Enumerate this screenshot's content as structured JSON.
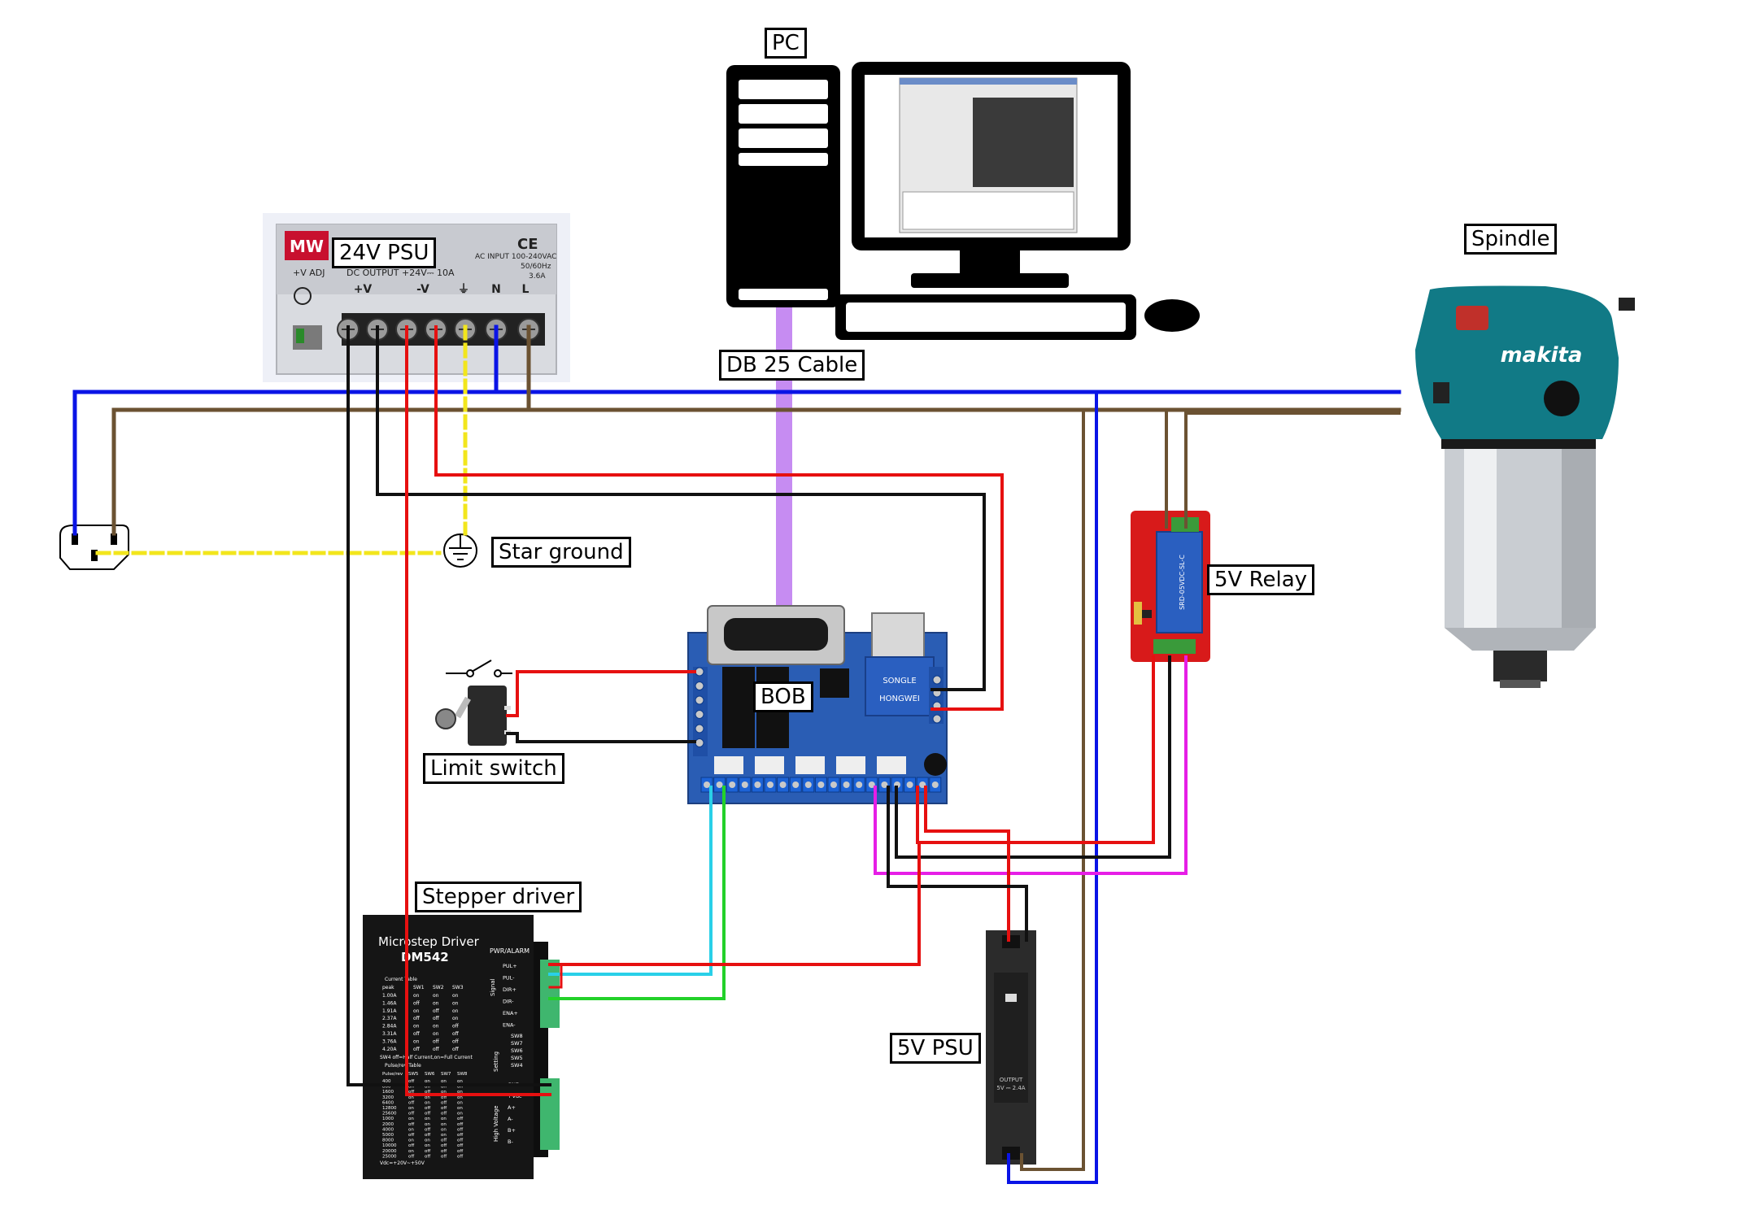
{
  "labels": {
    "pc": "PC",
    "db25": "DB 25 Cable",
    "psu24": "24V PSU",
    "spindle": "Spindle",
    "star_ground": "Star ground",
    "relay": "5V Relay",
    "bob": "BOB",
    "limit_switch": "Limit switch",
    "stepper_driver": "Stepper driver",
    "psu5": "5V PSU"
  },
  "psu24_panel": {
    "brand": "MW",
    "dc_output": "DC OUTPUT +24V⎓ 10A",
    "ac_input": "AC INPUT 100-240VAC",
    "freq": "50/60Hz",
    "current": "3.6A",
    "adj": "+V ADJ",
    "terminals": [
      "+V",
      "-V",
      "⏚",
      "N",
      "L"
    ],
    "ce": "CE"
  },
  "spindle_brand": "makita",
  "driver": {
    "title": "Microstep Driver",
    "model": "DM542",
    "pwr_alarm": "PWR/ALARM",
    "signal_pins": [
      "PUL+",
      "PUL-",
      "DIR+",
      "DIR-",
      "ENA+",
      "ENA-"
    ],
    "sw_pins": [
      "SW8",
      "SW7",
      "SW6",
      "SW5",
      "SW4"
    ],
    "power_pins": [
      "GND",
      "+Vdc",
      "A+",
      "A-",
      "B+",
      "B-"
    ],
    "signal_group": "Signal",
    "setting_group": "Setting",
    "hv_group": "High Voltage",
    "current_table_title": "Current Table",
    "current_header": [
      "peak",
      "SW1",
      "SW2",
      "SW3"
    ],
    "current_rows": [
      [
        "1.00A",
        "on",
        "on",
        "on"
      ],
      [
        "1.46A",
        "off",
        "on",
        "on"
      ],
      [
        "1.91A",
        "on",
        "off",
        "on"
      ],
      [
        "2.37A",
        "off",
        "off",
        "on"
      ],
      [
        "2.84A",
        "on",
        "on",
        "off"
      ],
      [
        "3.31A",
        "off",
        "on",
        "off"
      ],
      [
        "3.76A",
        "on",
        "off",
        "off"
      ],
      [
        "4.20A",
        "off",
        "off",
        "off"
      ]
    ],
    "sw4_note": "SW4 off=Half Current,on=Full Current",
    "pulse_table_title": "Pulse/rev Table",
    "pulse_header": [
      "Pulse/rev",
      "SW5",
      "SW6",
      "SW7",
      "SW8"
    ],
    "pulse_rows": [
      [
        "400",
        "off",
        "on",
        "on",
        "on"
      ],
      [
        "800",
        "on",
        "off",
        "on",
        "on"
      ],
      [
        "1600",
        "off",
        "off",
        "on",
        "on"
      ],
      [
        "3200",
        "on",
        "on",
        "off",
        "on"
      ],
      [
        "6400",
        "off",
        "on",
        "off",
        "on"
      ],
      [
        "12800",
        "on",
        "off",
        "off",
        "on"
      ],
      [
        "25600",
        "off",
        "off",
        "off",
        "on"
      ],
      [
        "1000",
        "on",
        "on",
        "on",
        "off"
      ],
      [
        "2000",
        "off",
        "on",
        "on",
        "off"
      ],
      [
        "4000",
        "on",
        "off",
        "on",
        "off"
      ],
      [
        "5000",
        "off",
        "off",
        "on",
        "off"
      ],
      [
        "8000",
        "on",
        "on",
        "off",
        "off"
      ],
      [
        "10000",
        "off",
        "on",
        "off",
        "off"
      ],
      [
        "20000",
        "on",
        "off",
        "off",
        "off"
      ],
      [
        "25000",
        "off",
        "off",
        "off",
        "off"
      ]
    ],
    "vdc_note": "Vdc=+20V~+50V"
  },
  "bob_board": {
    "relay_brand": "SONGLE",
    "relay_text": "HONGWEI"
  },
  "psu5_panel": {
    "output_label": "OUTPUT",
    "output_value": "5V ⎓ 2.4A"
  },
  "relay_board": {
    "model": "SRD-05VDC-SL-C"
  },
  "colors": {
    "wire_blue": "#0a14e6",
    "wire_brown": "#6b5232",
    "wire_red": "#e61010",
    "wire_black": "#111111",
    "wire_yellow": "#f2e61c",
    "wire_magenta": "#e61ee6",
    "wire_cyan": "#29d0e8",
    "wire_green": "#23d12a",
    "db25_cable": "#c68cf2",
    "board_blue": "#2a5db4",
    "relay_red": "#d81a1a",
    "makita_teal": "#117a86"
  }
}
